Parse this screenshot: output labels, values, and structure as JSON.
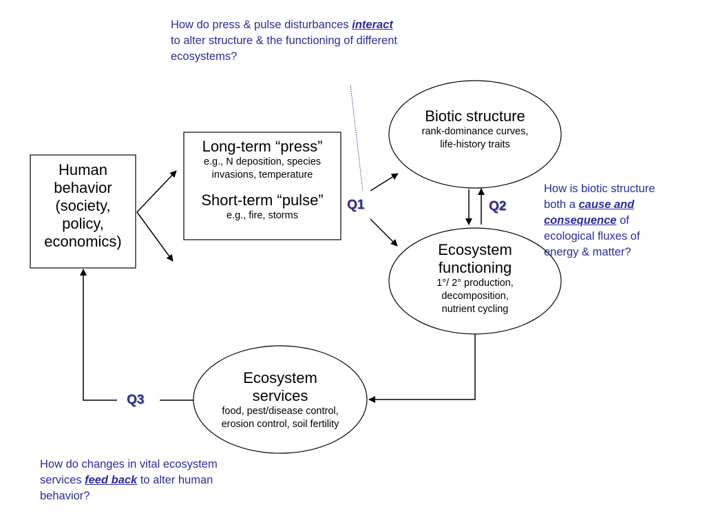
{
  "questions": {
    "q1_text": {
      "before": "How do press & pulse disturbances",
      "emph": "interact",
      "after": "to alter structure & the functioning of different ecosystems?"
    },
    "q2_text": {
      "before": "How is biotic structure both a",
      "emph": "cause and consequence",
      "after": "of ecological fluxes of energy & matter?"
    },
    "q3_text": {
      "before": "How do changes in vital ecosystem services",
      "emph": "feed back",
      "after": "to alter human behavior?"
    }
  },
  "labels": {
    "q1": "Q1",
    "q2": "Q2",
    "q3": "Q3"
  },
  "boxes": {
    "human": {
      "title": "Human behavior (society, policy, economics)"
    },
    "disturbance": {
      "press_title": "Long-term “press”",
      "press_detail": "e.g., N deposition, species invasions,  temperature",
      "pulse_title": "Short-term “pulse”",
      "pulse_detail": "e.g., fire, storms"
    }
  },
  "ellipses": {
    "biotic": {
      "title": "Biotic structure",
      "detail": "rank-dominance curves, life-history traits"
    },
    "function": {
      "title": "Ecosystem functioning",
      "detail": "1°/ 2° production, decomposition, nutrient cycling"
    },
    "services": {
      "title": "Ecosystem services",
      "detail": "food, pest/disease control, erosion control, soil fertility"
    }
  },
  "colors": {
    "question_text": "#2b2b9a",
    "q_label": "#2d2d8f",
    "dotted_line": "#3333cc"
  }
}
